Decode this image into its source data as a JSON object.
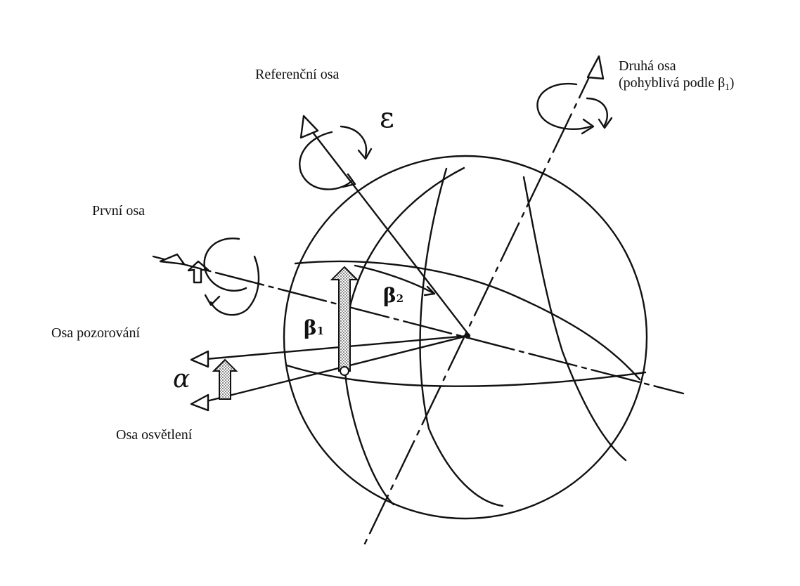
{
  "labels": {
    "reference_axis": "Referenční osa",
    "second_axis_line1": "Druhá osa",
    "second_axis_line2_prefix": "(pohyblivá podle β",
    "second_axis_line2_sub": "1",
    "second_axis_line2_suffix": ")",
    "first_axis": "První osa",
    "observation_axis": "Osa pozorování",
    "illumination_axis": "Osa osvětlení"
  },
  "angles": {
    "epsilon": "ε",
    "alpha": "α",
    "beta1": "β",
    "beta1_sub": "1",
    "beta2": "β",
    "beta2_sub": "2"
  },
  "colors": {
    "ink": "#111111",
    "stipple": "#9a9a9a",
    "background": "#ffffff"
  }
}
